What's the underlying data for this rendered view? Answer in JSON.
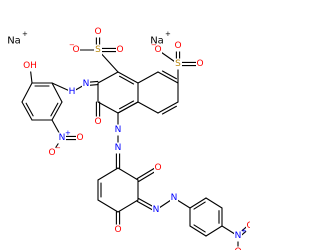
{
  "structure": {
    "counterions": [
      {
        "symbol": "Na",
        "charge": "+",
        "color": "#000000"
      },
      {
        "symbol": "Na",
        "charge": "+",
        "color": "#000000"
      }
    ],
    "atom_colors": {
      "O": "#ff0000",
      "N": "#0000ff",
      "S": "#b8860b",
      "C": "#000000",
      "Na": "#000000"
    },
    "labels": {
      "hydroxyl": "OH",
      "oxygen": "O",
      "sulfur": "S",
      "nitrogen": "N",
      "imine_nh": "N",
      "amine_h": "H",
      "minus": "−",
      "plus": "+"
    }
  }
}
